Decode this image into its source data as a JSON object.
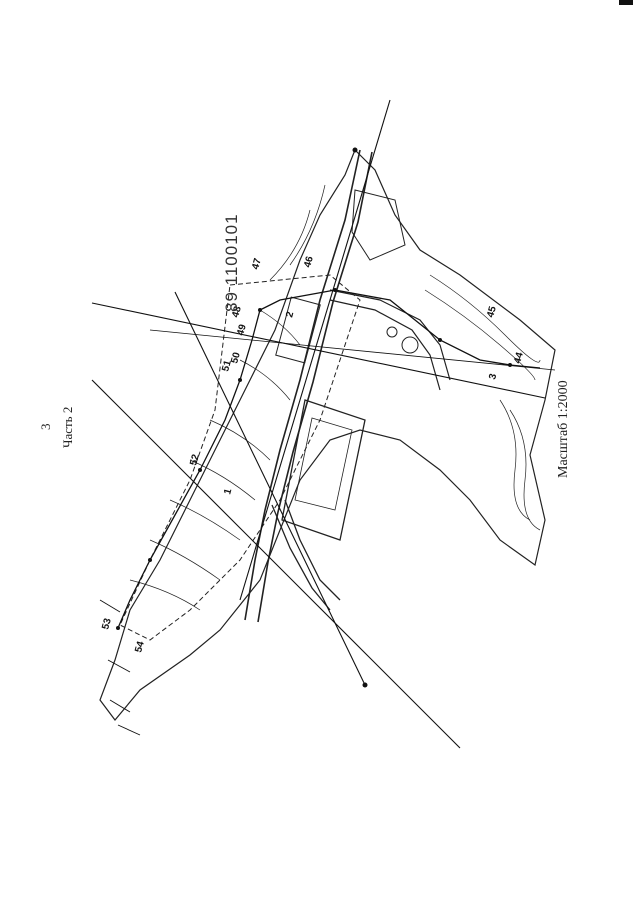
{
  "page": {
    "number": "3",
    "part": "Часть 2"
  },
  "document": {
    "number": "89 1100101"
  },
  "map": {
    "scale_label": "Масштаб 1:2000",
    "point_labels": [
      "1",
      "2",
      "3",
      "44",
      "45",
      "46",
      "47",
      "48",
      "49",
      "50",
      "51",
      "52",
      "53",
      "54"
    ],
    "ink_color": "#111111"
  }
}
